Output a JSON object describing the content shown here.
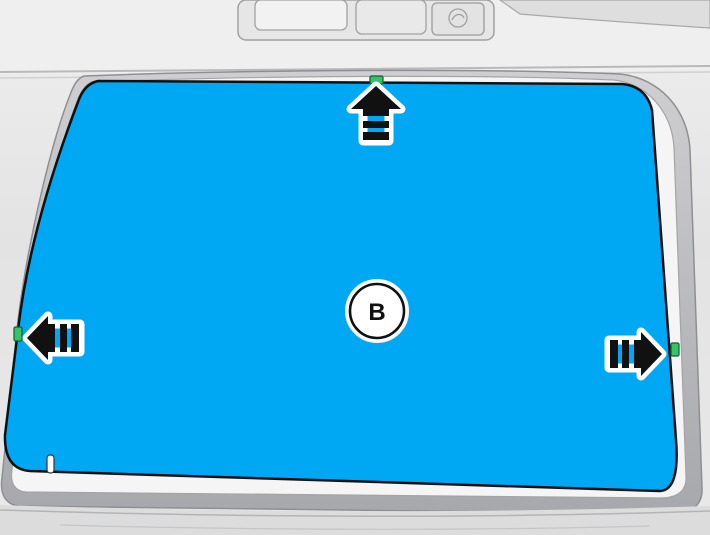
{
  "diagram": {
    "panel_label": "B",
    "panel_color": "#00a8f4",
    "clip_color": "#35c26b",
    "arrow_fill": "#111111",
    "arrow_outline": "#ffffff",
    "direction_arrows": [
      {
        "direction": "up",
        "icon": "arrow-up-icon"
      },
      {
        "direction": "left",
        "icon": "arrow-left-icon"
      },
      {
        "direction": "right",
        "icon": "arrow-right-icon"
      }
    ],
    "clips": 3
  }
}
